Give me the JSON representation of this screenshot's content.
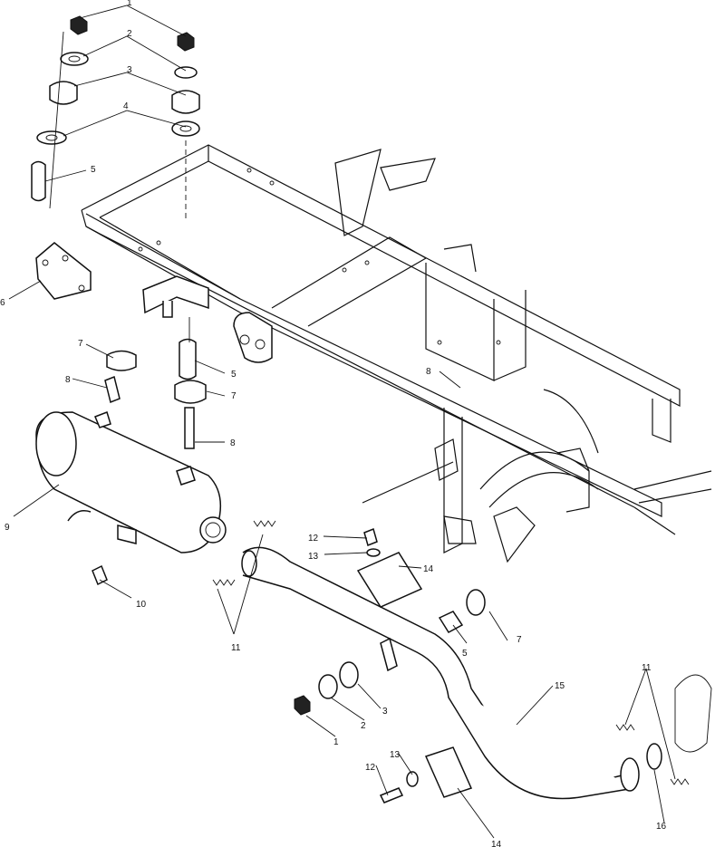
{
  "callouts": [
    {
      "id": "nut-top-right",
      "text": "1"
    },
    {
      "id": "washer-top-right",
      "text": "2"
    },
    {
      "id": "bushing-top-right",
      "text": "3"
    },
    {
      "id": "washer2-top-right",
      "text": "4"
    },
    {
      "id": "sleeve-top-left",
      "text": "5"
    },
    {
      "id": "bracket-left",
      "text": "6"
    },
    {
      "id": "grommet-left",
      "text": "7"
    },
    {
      "id": "bolt-left",
      "text": "8"
    },
    {
      "id": "muffler",
      "text": "9"
    },
    {
      "id": "drain-plug",
      "text": "10"
    },
    {
      "id": "springs-mid",
      "text": "11"
    },
    {
      "id": "screw-mid",
      "text": "12"
    },
    {
      "id": "washer-mid",
      "text": "13"
    },
    {
      "id": "clamp-mid",
      "text": "14"
    },
    {
      "id": "sleeve-center",
      "text": "5"
    },
    {
      "id": "grommet-center",
      "text": "7"
    },
    {
      "id": "bolt-center",
      "text": "8"
    },
    {
      "id": "bolt-frame",
      "text": "8"
    },
    {
      "id": "sleeve-lower",
      "text": "5"
    },
    {
      "id": "grommet-lower",
      "text": "7"
    },
    {
      "id": "exhaust-pipe",
      "text": "15"
    },
    {
      "id": "bushing-lower",
      "text": "3"
    },
    {
      "id": "washer-lower",
      "text": "2"
    },
    {
      "id": "nut-lower",
      "text": "1"
    },
    {
      "id": "screw-lower",
      "text": "12"
    },
    {
      "id": "washer-lower-13",
      "text": "13"
    },
    {
      "id": "clamp-lower",
      "text": "14"
    },
    {
      "id": "gasket",
      "text": "16"
    },
    {
      "id": "springs-right",
      "text": "11"
    }
  ]
}
